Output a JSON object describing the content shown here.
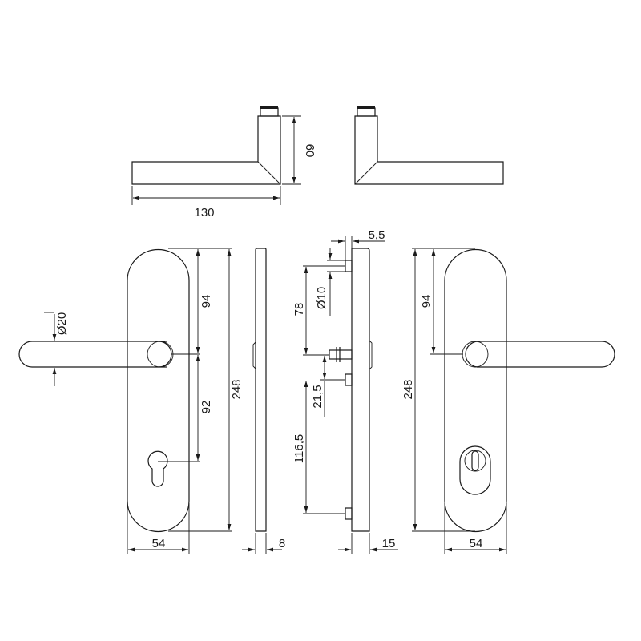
{
  "drawing": {
    "stroke_color": "#1a1a1a",
    "background": "#ffffff",
    "lever_top_view": {
      "length_label": "130",
      "height_label": "60"
    },
    "front_view_left": {
      "handle_diameter_label": "Ø20",
      "top_to_handle_label": "94",
      "handle_to_cylinder_label": "92",
      "total_height_label": "248",
      "width_label": "54"
    },
    "side_view_thin": {
      "thickness_label": "8"
    },
    "side_view_thick": {
      "offset_label": "5,5",
      "diameter_label": "Ø10",
      "upper_spacing_label": "78",
      "middle_spacing_label": "21,5",
      "lower_spacing_label": "116,5",
      "thickness_label": "15"
    },
    "front_view_right": {
      "top_to_handle_label": "94",
      "total_height_label": "248",
      "width_label": "54"
    }
  }
}
